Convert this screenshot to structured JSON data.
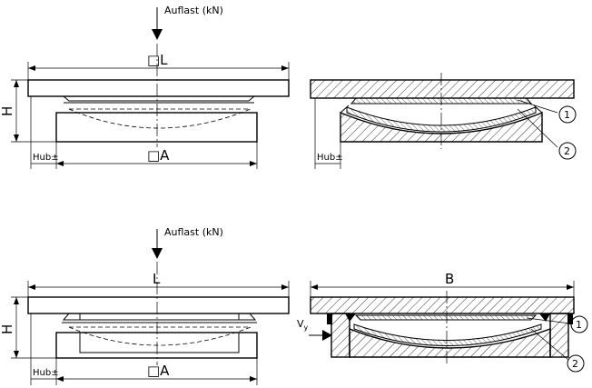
{
  "top": {
    "load_label": "Auflast (kN)",
    "dim_length": "□L",
    "dim_height": "H",
    "dim_base": "□A",
    "dim_stroke_left": "Hub±",
    "dim_stroke_right": "Hub±",
    "callout_1": "1",
    "callout_2": "2"
  },
  "bottom": {
    "load_label": "Auflast (kN)",
    "dim_length": "L",
    "dim_width": "B",
    "dim_height": "H",
    "dim_base": "□A",
    "dim_stroke_left": "Hub±",
    "force_label": "V",
    "force_sub": "y",
    "callout_1": "1",
    "callout_2": "2"
  }
}
